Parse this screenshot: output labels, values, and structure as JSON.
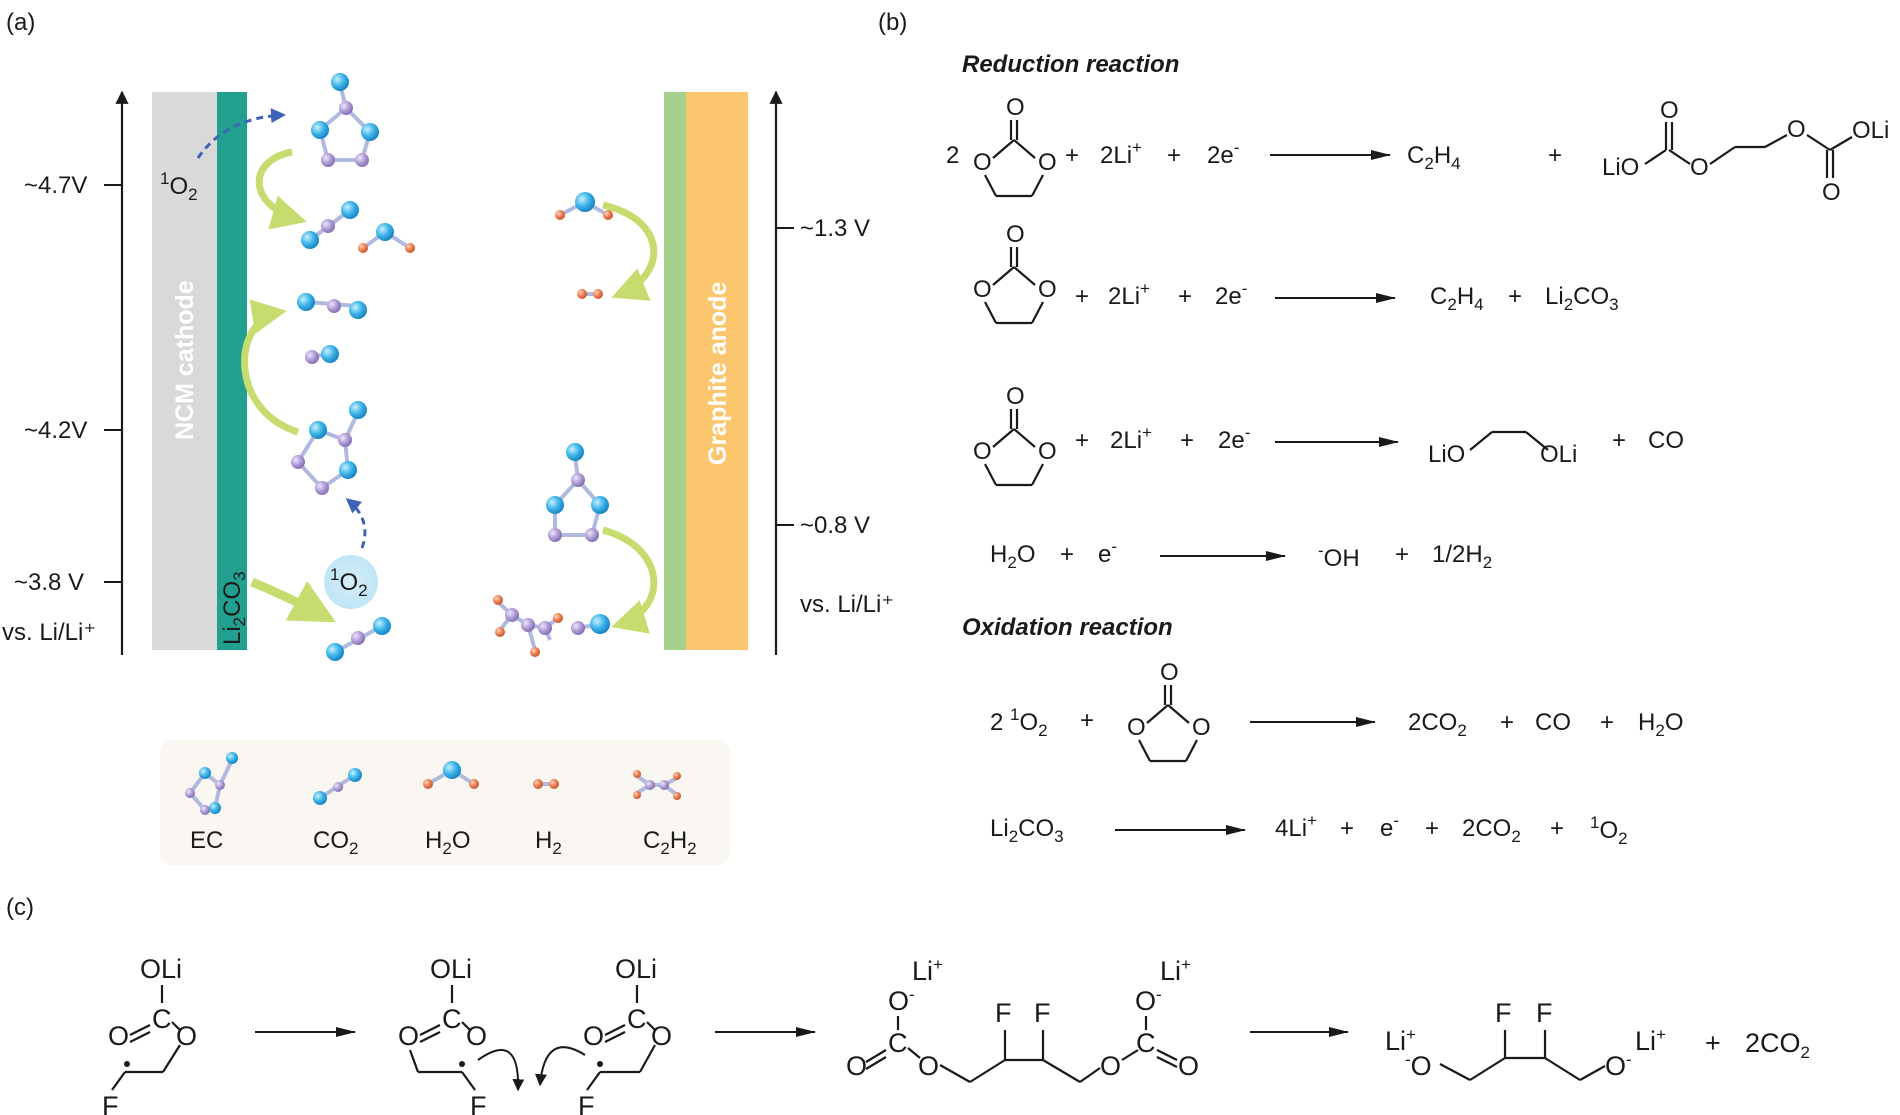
{
  "panels": {
    "a": "(a)",
    "b": "(b)",
    "c": "(c)"
  },
  "panel_a": {
    "left_axis": {
      "ticks": [
        "~4.7V",
        "~4.2V",
        "~3.8 V"
      ],
      "reference": "vs. Li/Li⁺"
    },
    "right_axis": {
      "ticks": [
        "~1.3 V",
        "~0.8 V"
      ],
      "reference": "vs. Li/Li⁺"
    },
    "cathode_label": "NCM cathode",
    "cathode_layer_label": "Li",
    "cathode_layer_sub1": "2",
    "cathode_layer_tail": "CO",
    "cathode_layer_sub2": "3",
    "anode_label": "Graphite anode",
    "singlet_oxygen": {
      "sup": "1",
      "main": "O",
      "sub": "2"
    },
    "legend": {
      "ec": "EC",
      "co2": {
        "main": "CO",
        "sub": "2"
      },
      "h2o": {
        "main": "H",
        "sub": "2",
        "tail": "O"
      },
      "h2": {
        "main": "H",
        "sub": "2"
      },
      "c2h2": {
        "main": "C",
        "sub1": "2",
        "mid": "H",
        "sub2": "2"
      }
    },
    "colors": {
      "cathode": "#d9d9d9",
      "cathode_layer": "#22a08f",
      "anode_layer": "#a8d08d",
      "anode": "#fcc66f",
      "oxygen_atom": "#3fb6ea",
      "carbon_atom": "#b29fd6",
      "hydrogen_atom": "#ef8054",
      "arrow_green": "#c6dc6e",
      "arrow_blue": "#3f63b7"
    }
  },
  "panel_b": {
    "reduction_title": "Reduction reaction",
    "oxidation_title": "Oxidation reaction",
    "r1": {
      "coef": "2",
      "li": "2Li",
      "plus_sup": "+",
      "e": "2e",
      "minus_sup": "-",
      "p1_main": "C",
      "p1_sub1": "2",
      "p1_mid": "H",
      "p1_sub2": "4",
      "lio_left": "LiO",
      "oli_right": "OLi",
      "o": "O"
    },
    "r2": {
      "li": "2Li",
      "e": "2e",
      "p1_main": "C",
      "p1_sub1": "2",
      "p1_mid": "H",
      "p1_sub2": "4",
      "p2_main": "Li",
      "p2_sub1": "2",
      "p2_mid": "CO",
      "p2_sub2": "3"
    },
    "r3": {
      "li": "2Li",
      "e": "2e",
      "lio": "LiO",
      "oli": "OLi",
      "co": "CO"
    },
    "r4": {
      "h2o_main": "H",
      "h2o_sub": "2",
      "h2o_tail": "O",
      "e": "e",
      "oh": "OH",
      "half": "1/2H",
      "half_sub": "2"
    },
    "o1": {
      "coef": "2 ",
      "sup": "1",
      "o": "O",
      "osub": "2",
      "co2": "2CO",
      "co2_sub": "2",
      "co": "CO",
      "h2o_main": "H",
      "h2o_sub": "2",
      "h2o_tail": "O"
    },
    "o2": {
      "lc_main": "Li",
      "lc_sub1": "2",
      "lc_mid": "CO",
      "lc_sub2": "3",
      "li4": "4Li",
      "e": "e",
      "co2": "2CO",
      "co2_sub": "2",
      "o_sup": "1",
      "o": "O",
      "o_sub": "2"
    },
    "plus": "+"
  },
  "panel_c": {
    "oli": "OLi",
    "c": "C",
    "o": "O",
    "f": "F",
    "li": "Li",
    "plus_sup": "+",
    "minus_sup": "-",
    "co2": "2CO",
    "co2_sub": "2"
  }
}
